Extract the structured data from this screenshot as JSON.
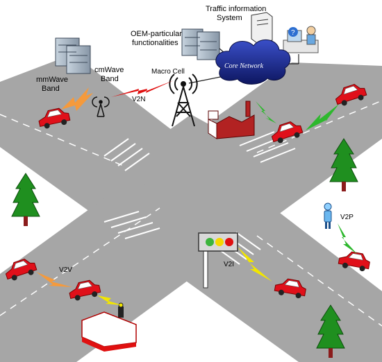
{
  "labels": {
    "traffic_info": "Traffic information",
    "system": "System",
    "oem_line1": "OEM-particular",
    "oem_line2": "functionalities",
    "core_network": "Core Network",
    "mmwave_line1": "mmWave",
    "mmwave_line2": "Band",
    "cmwave_line1": "cmWave",
    "cmwave_line2": "Band",
    "macro_cell": "Macro Cell",
    "v2n": "V2N",
    "v2p": "V2P",
    "v2v": "V2V",
    "v2i": "V2I"
  },
  "colors": {
    "road": "#a6a6a6",
    "car": "#e0101a",
    "tree": "#1f8f1f",
    "trunk": "#8b1c1c",
    "cloud": "#1a2a8a",
    "link_red": "#e01010",
    "link_green": "#2eb82e",
    "link_orange": "#f59a3c",
    "link_yellow": "#f2e600"
  }
}
